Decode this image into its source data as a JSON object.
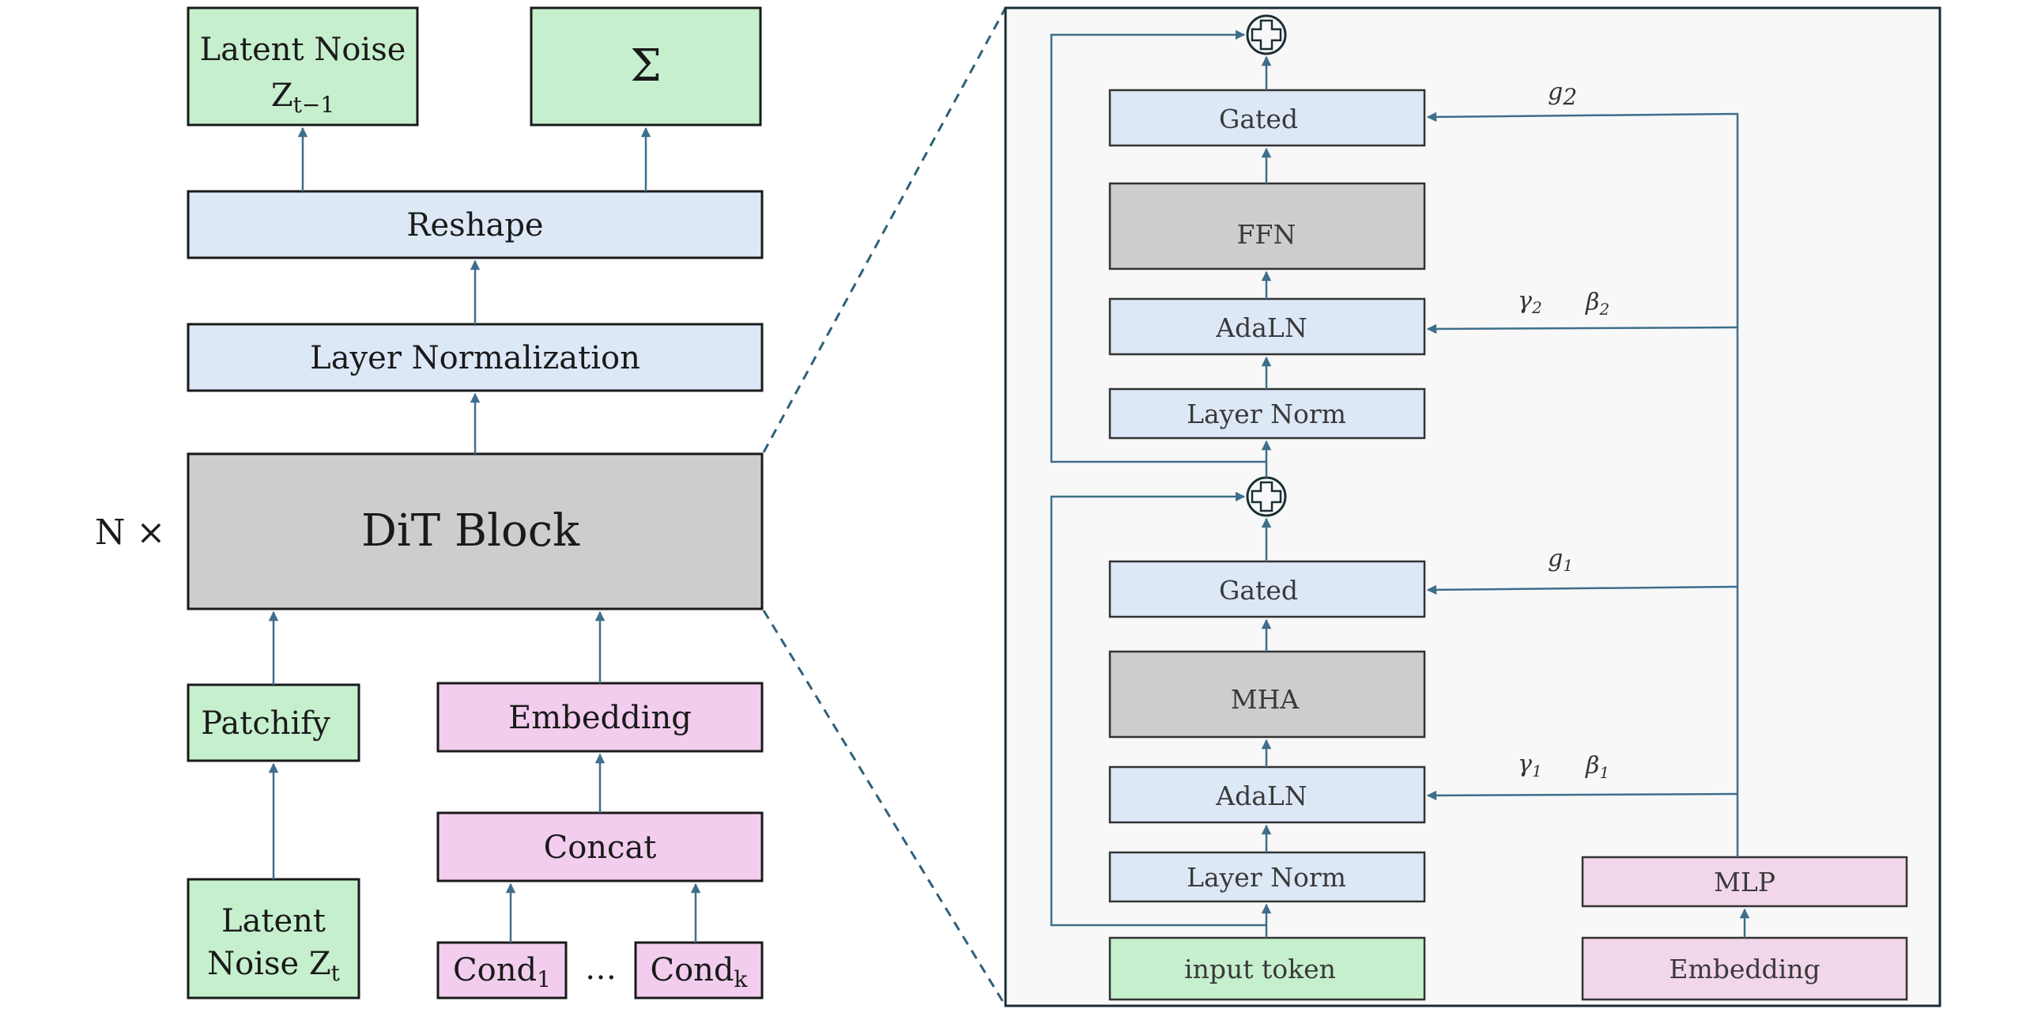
{
  "colors": {
    "green": "#c6efce",
    "blue": "#dde8f7",
    "gray": "#cdcdcd",
    "pink": "#f2cdee",
    "panel": "#f8f8f8",
    "arrow": "#3f6e8c",
    "border": "#1a1a1a",
    "dash": "#2f5f7a"
  },
  "left": {
    "latent_out": {
      "line1": "Latent Noise",
      "line2": "Z",
      "sub": "t−1"
    },
    "sigma": "Σ",
    "reshape": "Reshape",
    "layer_norm": "Layer Normalization",
    "dit_block": "DiT Block",
    "n_times": "N ×",
    "patchify": "Patchify",
    "embedding": "Embedding",
    "concat": "Concat",
    "latent_in": {
      "line1": "Latent",
      "line2": "Noise Z",
      "sub": "t"
    },
    "cond_1": {
      "text": "Cond",
      "sub": "1"
    },
    "ellipsis": "…",
    "cond_k": {
      "text": "Cond",
      "sub": "k"
    }
  },
  "right": {
    "gated_2": "Gated",
    "ffn": "FFN",
    "adaln_2": "AdaLN",
    "layer_norm_2": "Layer Norm",
    "gated_1": "Gated",
    "mha": "MHA",
    "adaln_1": "AdaLN",
    "layer_norm_1": "Layer Norm",
    "input_token": "input token",
    "mlp": "MLP",
    "embedding": "Embedding",
    "g2": {
      "text": "g",
      "sub": "2"
    },
    "gamma2": {
      "text": "γ",
      "sub": "2"
    },
    "beta2": {
      "text": "β",
      "sub": "2"
    },
    "g1": {
      "text": "g",
      "sub": "1"
    },
    "gamma1": {
      "text": "γ",
      "sub": "1"
    },
    "beta1": {
      "text": "β",
      "sub": "1"
    }
  }
}
